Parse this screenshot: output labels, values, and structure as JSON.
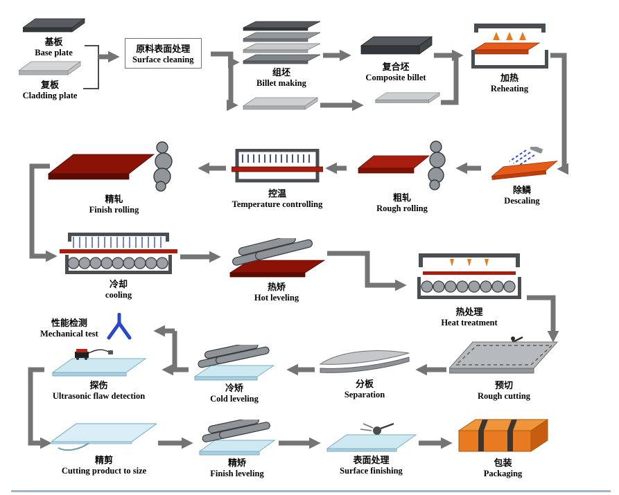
{
  "palette": {
    "steel_dark": "#4a4e52",
    "steel_light": "#c9cdd0",
    "hot_red": "#a81e0e",
    "dark_red": "#8a1206",
    "flame_orange": "#e87a1e",
    "cold_blue": "#cfe9f3",
    "package_orange": "#e87a22",
    "arrow_gray": "#747474",
    "test_blue": "#2848c8"
  },
  "steps": {
    "base_plate": {
      "cn": "基板",
      "en": "Base plate"
    },
    "cladding_plate": {
      "cn": "复板",
      "en": "Cladding plate"
    },
    "surface_cleaning": {
      "cn": "原料表面处理",
      "en": "Surface cleaning"
    },
    "billet_making": {
      "cn": "组坯",
      "en": "Billet making"
    },
    "composite_billet": {
      "cn": "复合坯",
      "en": "Composite billet"
    },
    "reheating": {
      "cn": "加热",
      "en": "Reheating"
    },
    "descaling": {
      "cn": "除鳞",
      "en": "Descaling"
    },
    "rough_rolling": {
      "cn": "粗轧",
      "en": "Rough rolling"
    },
    "temperature_controlling": {
      "cn": "控温",
      "en": "Temperature controlling"
    },
    "finish_rolling": {
      "cn": "精轧",
      "en": "Finish rolling"
    },
    "cooling": {
      "cn": "冷却",
      "en": "cooling"
    },
    "hot_leveling": {
      "cn": "热矫",
      "en": "Hot leveling"
    },
    "heat_treatment": {
      "cn": "热处理",
      "en": "Heat treatment"
    },
    "rough_cutting": {
      "cn": "预切",
      "en": "Rough cutting"
    },
    "separation": {
      "cn": "分板",
      "en": "Separation"
    },
    "cold_leveling": {
      "cn": "冷矫",
      "en": "Cold leveling"
    },
    "ultrasonic_flaw_detection": {
      "cn": "探伤",
      "en": "Ultrasonic flaw detection"
    },
    "mechanical_test": {
      "cn": "性能检测",
      "en": "Mechanical test"
    },
    "cutting_product_to_size": {
      "cn": "精剪",
      "en": "Cutting product to size"
    },
    "finish_leveling": {
      "cn": "精矫",
      "en": "Finish leveling"
    },
    "surface_finishing": {
      "cn": "表面处理",
      "en": "Surface finishing"
    },
    "packaging": {
      "cn": "包装",
      "en": "Packaging"
    }
  }
}
